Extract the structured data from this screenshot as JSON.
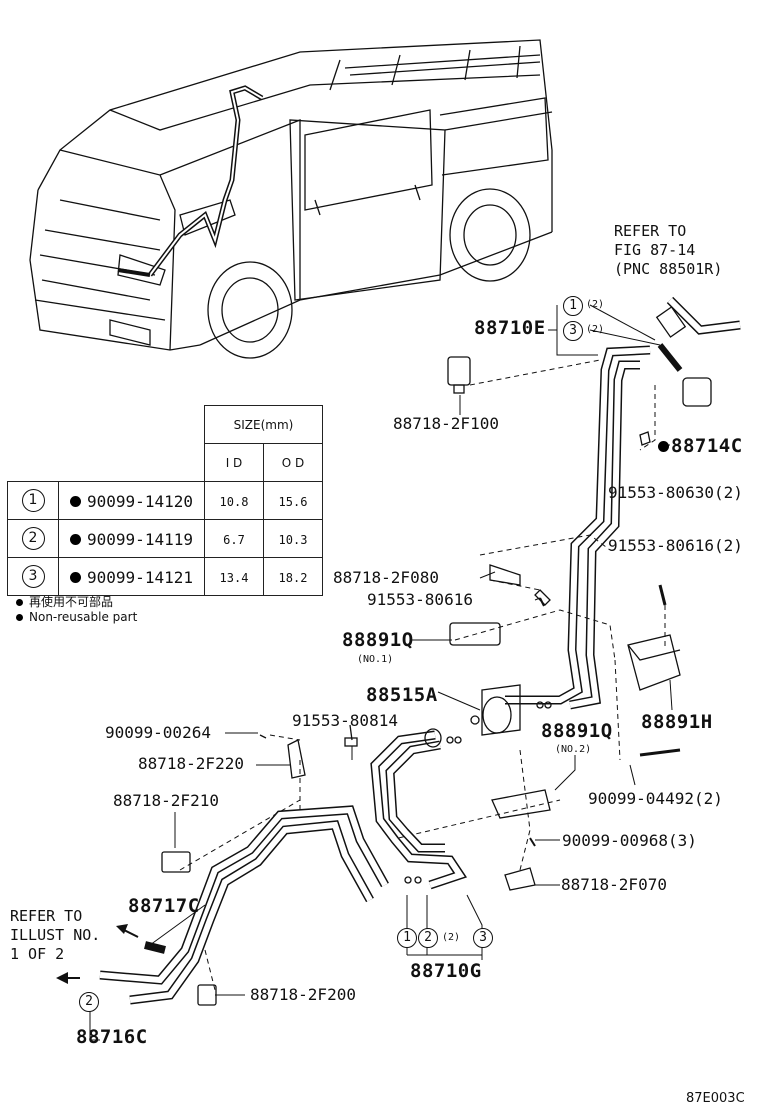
{
  "table": {
    "size_header": "SIZE(mm)",
    "col_id": "I D",
    "col_od": "O D",
    "rows": [
      {
        "no": "1",
        "part": "90099-14120",
        "id": "10.8",
        "od": "15.6"
      },
      {
        "no": "2",
        "part": "90099-14119",
        "id": "6.7",
        "od": "10.3"
      },
      {
        "no": "3",
        "part": "90099-14121",
        "id": "13.4",
        "od": "18.2"
      }
    ]
  },
  "notes": {
    "jp": "再使用不可部品",
    "en": "Non-reusable part"
  },
  "refer_top": [
    "REFER TO",
    "FIG 87-14",
    "(PNC 88501R)"
  ],
  "refer_left": [
    "REFER TO",
    "ILLUST NO.",
    "1 OF  2"
  ],
  "labels": {
    "p88710E": "88710E",
    "c1": "1",
    "c3": "3",
    "q2a": "(2)",
    "q2b": "(2)",
    "p88718_2F100": "88718-2F100",
    "p88714C": "88714C",
    "p91553_80630": "91553-80630(2)",
    "p91553_80616_2": "91553-80616(2)",
    "p88718_2F080": "88718-2F080",
    "p91553_80616": "91553-80616",
    "p88891Q_1": "88891Q",
    "no1": "(NO.1)",
    "p88515A": "88515A",
    "p88891H": "88891H",
    "p88891Q_2": "88891Q",
    "no2": "(NO.2)",
    "p90099_00264": "90099-00264",
    "p91553_80814": "91553-80814",
    "p88718_2F220": "88718-2F220",
    "p90099_04492": "90099-04492(2)",
    "p88718_2F210": "88718-2F210",
    "p90099_00968": "90099-00968(3)",
    "p88718_2F070": "88718-2F070",
    "p88717C": "88717C",
    "p88710G": "88710G",
    "g1": "1",
    "g2": "2",
    "g2q": "(2)",
    "g3": "3",
    "p88718_2F200": "88718-2F200",
    "p88716C": "88716C",
    "c2left": "2",
    "code": "87E003C"
  }
}
